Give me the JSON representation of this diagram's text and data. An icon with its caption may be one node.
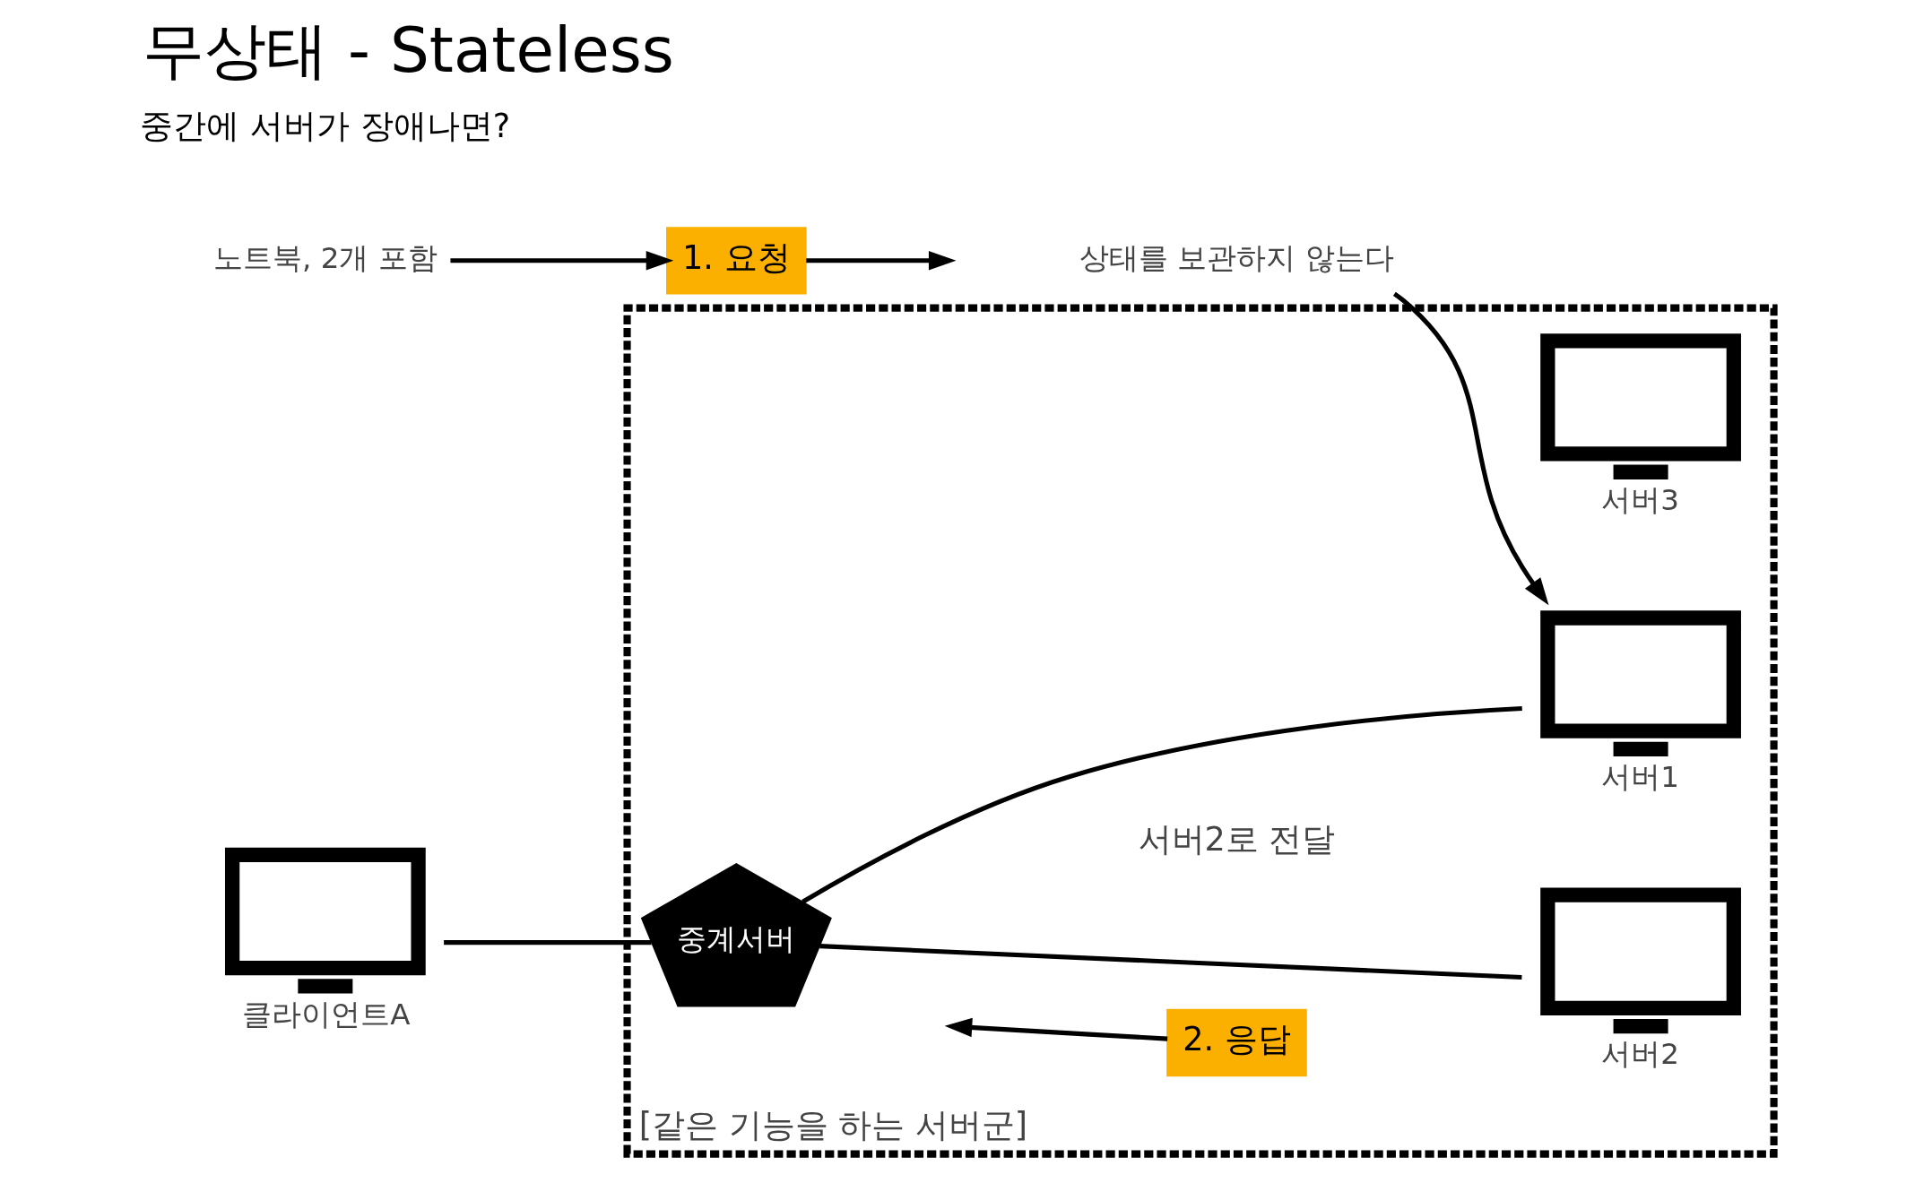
{
  "diagram": {
    "title": "무상태 - Stateless",
    "nodes": [
      {
        "text": [
          "[같은 기능을 하는 서버군]"
        ]
      },
      {
        "text": [
          "클라이언트A"
        ]
      },
      {
        "text": [
          "1. 요청"
        ]
      },
      {
        "text": [
          "노트북, 2개 포함"
        ]
      },
      {
        "text": [
          "중계서버"
        ],
        "in": 0
      },
      {
        "text": [
          "서버1"
        ],
        "in": 0
      },
      {
        "text": [
          "서버2"
        ],
        "in": 0
      },
      {
        "text": [
          "서버3"
        ],
        "in": 0
      },
      {
        "text": [
          "2. 응답"
        ],
        "in": 0
      },
      {
        "text": [
          "상태를 보관하지 않는다"
        ]
      }
    ],
    "edges": [
      {
        "from": 1,
        "to": 4,
        "arrow": "none"
      },
      {
        "from": 4,
        "to": 5,
        "arrow": "none"
      },
      {
        "from": 4,
        "to": 6,
        "arrow": "none"
      },
      {
        "from": 3,
        "to": 2,
        "arrow": "to"
      },
      {
        "from": 9,
        "to": 5,
        "arrow": "to"
      },
      {
        "from": 2,
        "to": null,
        "arrow": "to"
      },
      {
        "from": 8,
        "to": null,
        "arrow": "to"
      }
    ],
    "labels": [
      "중간에 서버가 장애나면?",
      "서버2로 전달"
    ]
  }
}
